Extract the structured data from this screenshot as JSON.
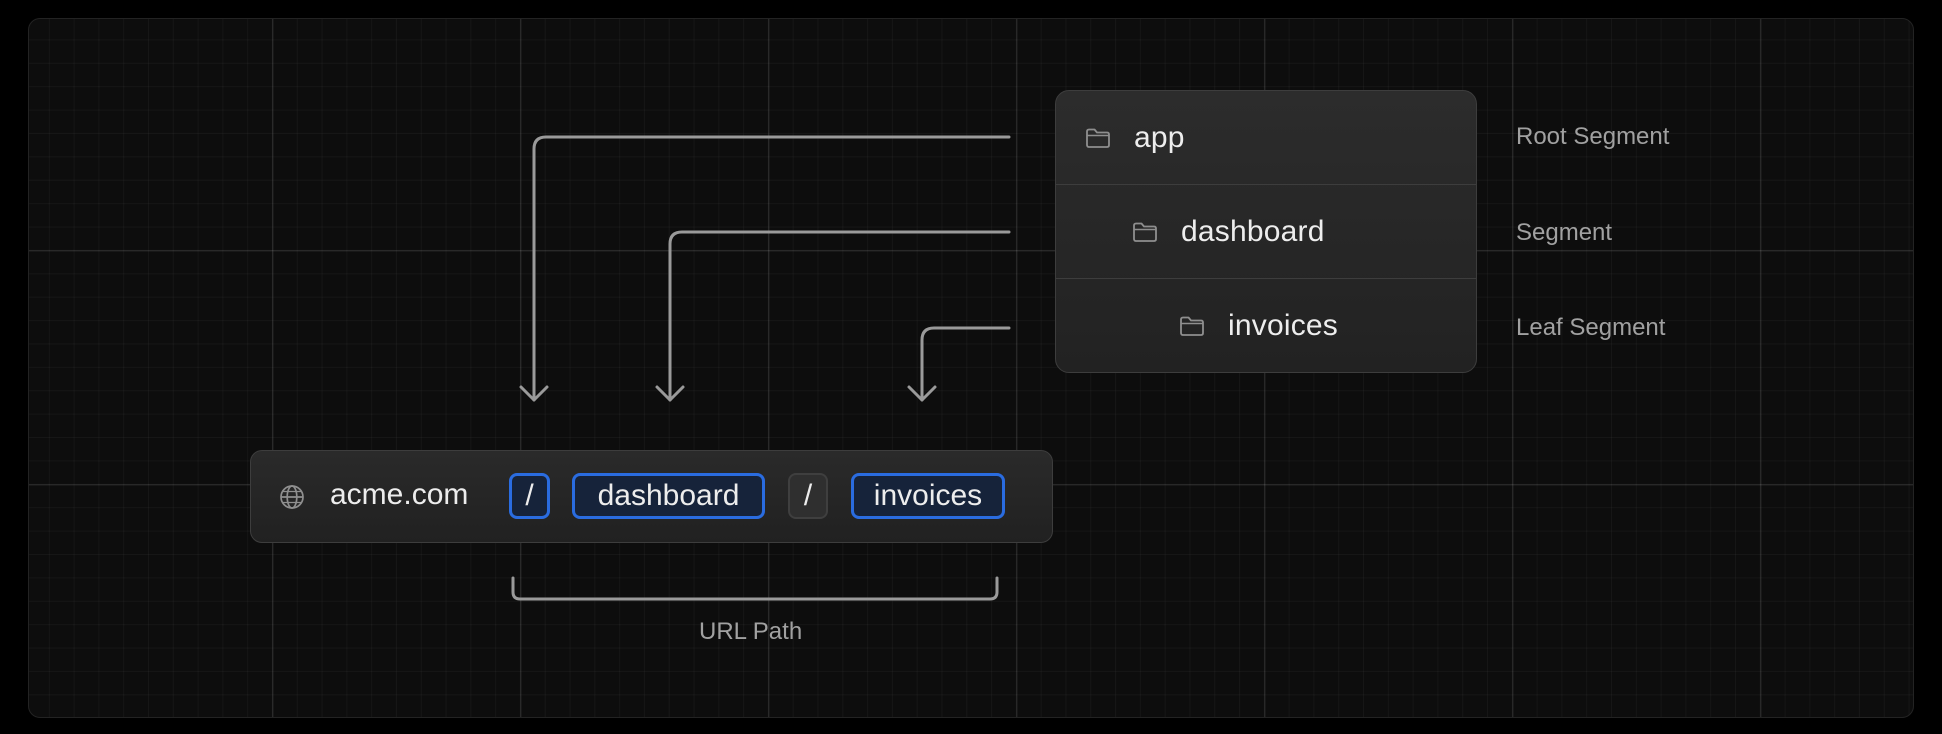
{
  "tree": {
    "rows": [
      {
        "label": "app",
        "icon": "folder-icon",
        "annotation": "Root Segment"
      },
      {
        "label": "dashboard",
        "icon": "folder-icon",
        "annotation": "Segment"
      },
      {
        "label": "invoices",
        "icon": "folder-icon",
        "annotation": "Leaf Segment"
      }
    ]
  },
  "url": {
    "icon": "globe-icon",
    "host": "acme.com",
    "parts": [
      "/",
      "dashboard",
      "/",
      "invoices"
    ],
    "caption": "URL Path"
  },
  "colors": {
    "background": "#000000",
    "canvas": "#0d0d0d",
    "segment_highlight": "#2a6ce0",
    "text_primary": "#ededed",
    "text_muted": "#a1a1a1",
    "connector": "#9a9a9a"
  }
}
